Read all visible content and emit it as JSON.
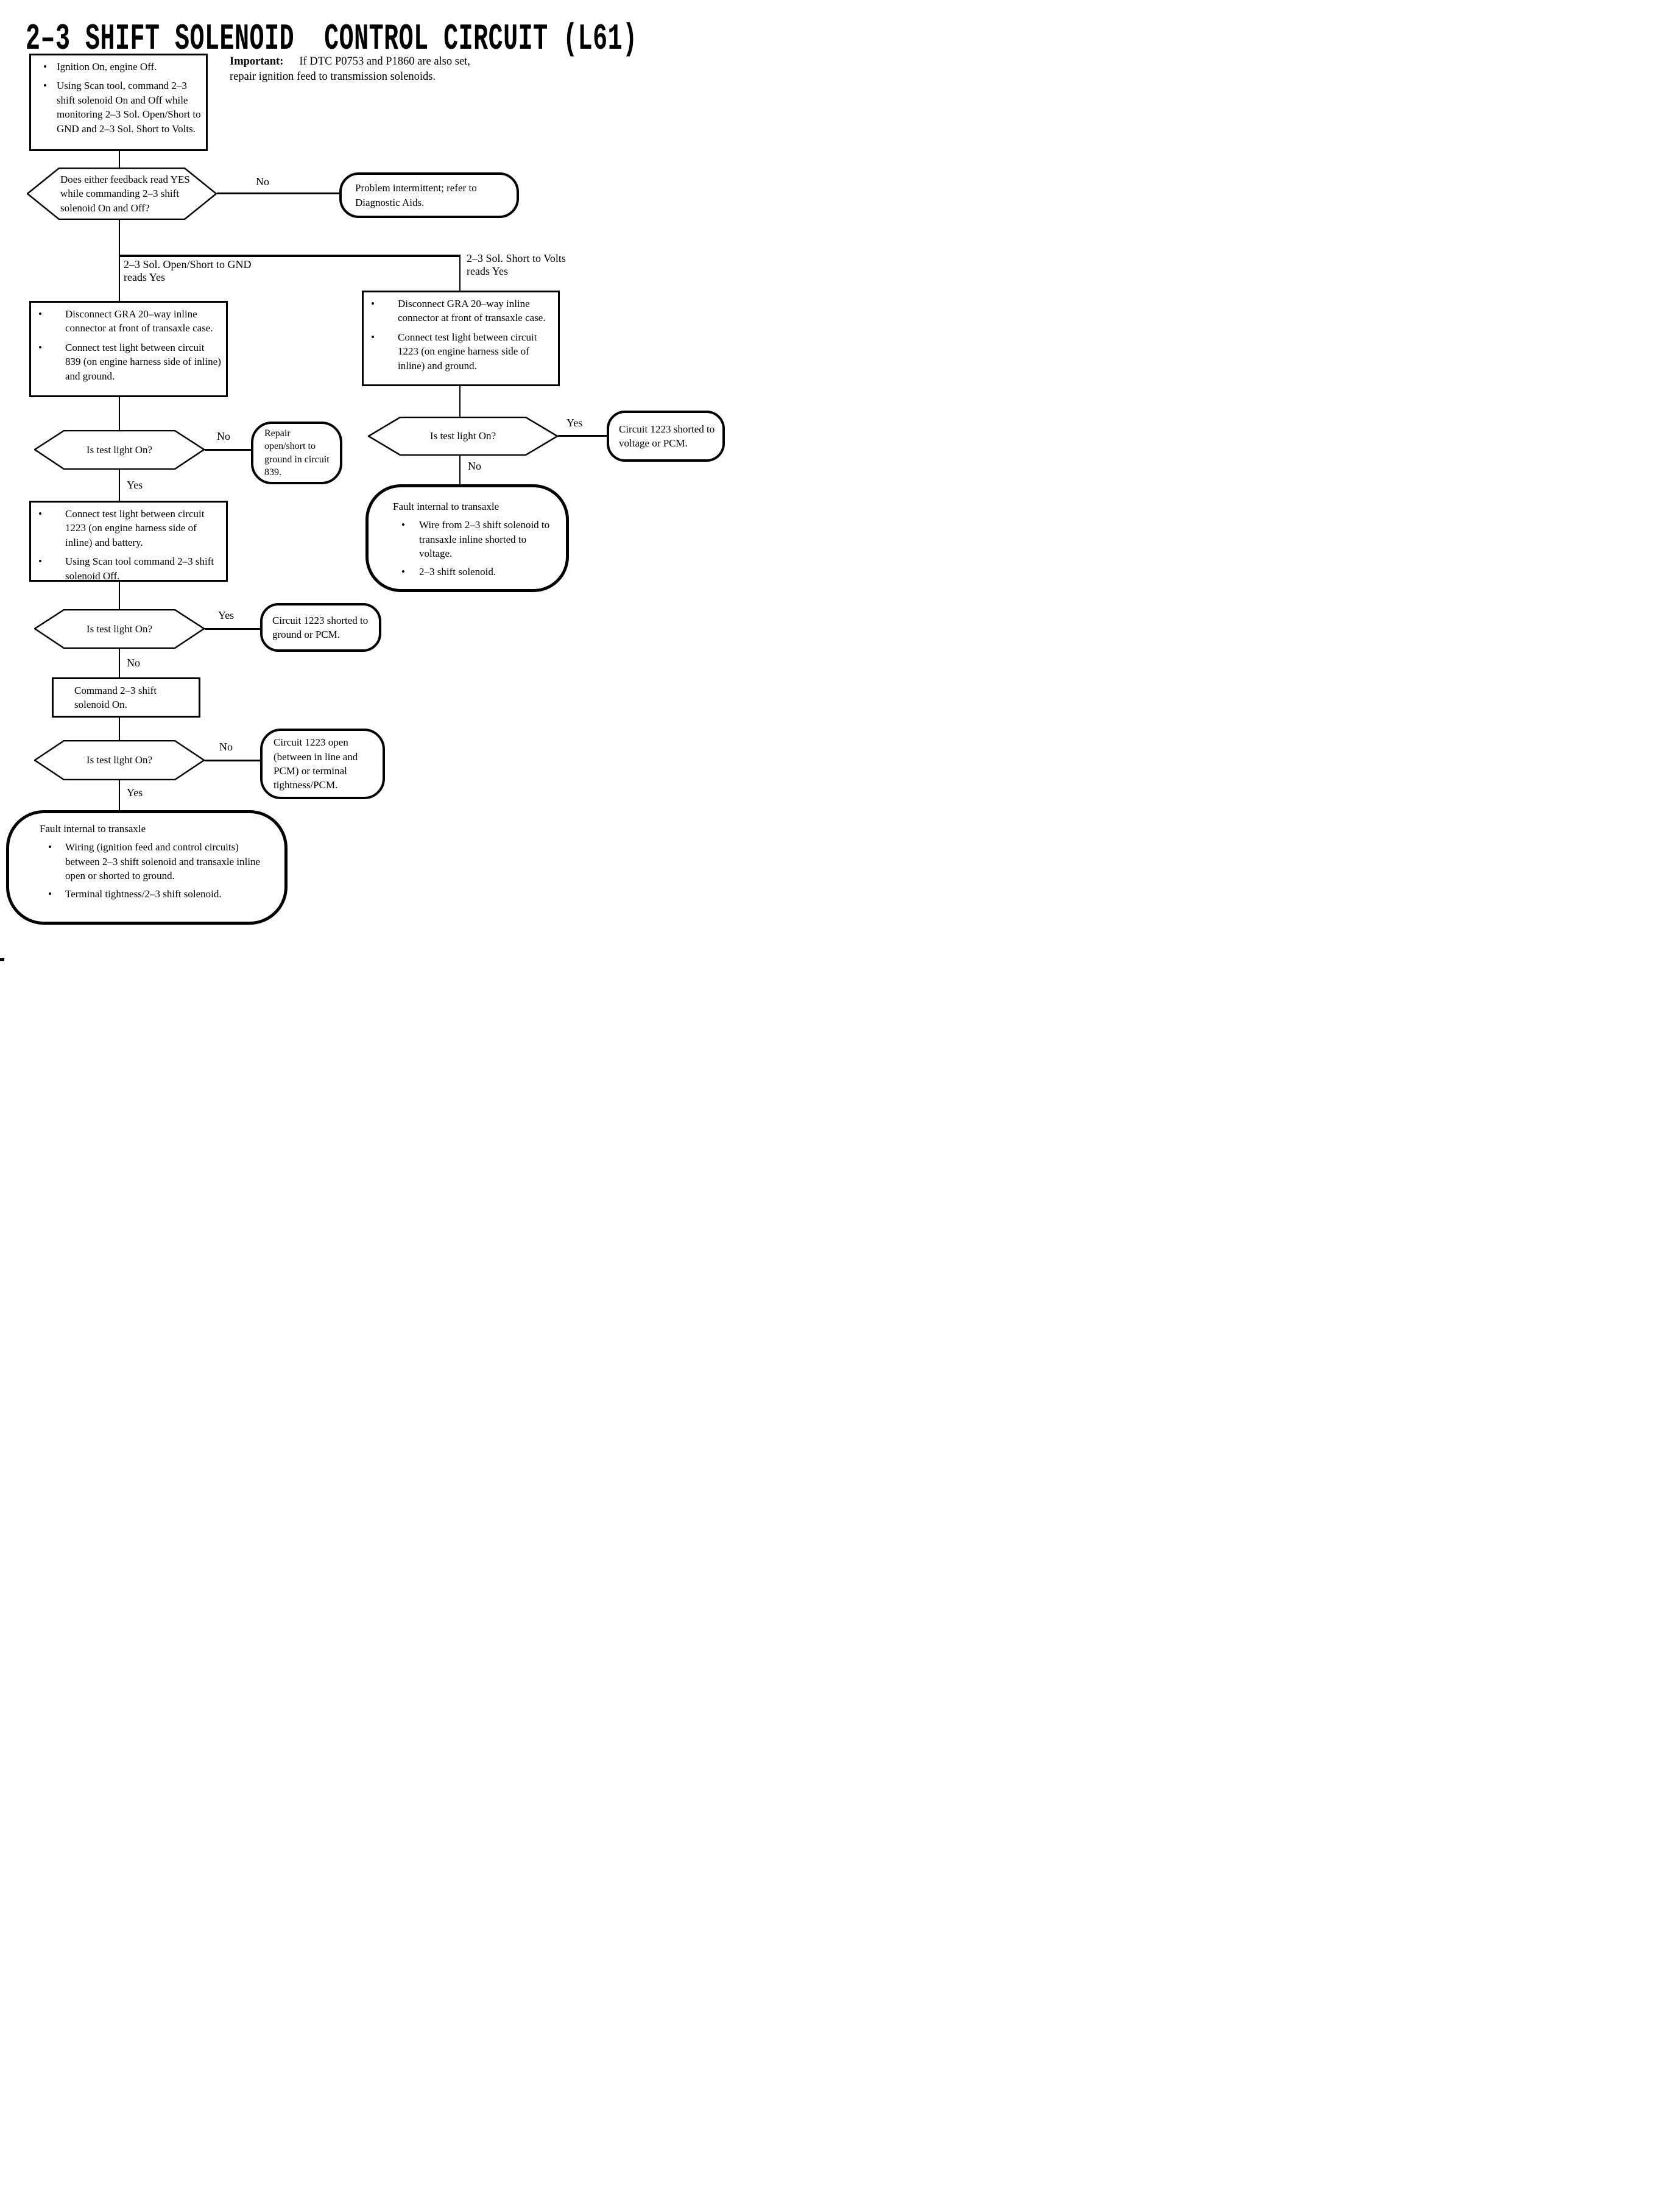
{
  "glyphs": {
    "bullet": "•"
  },
  "header": {
    "title": "2–3 SHIFT SOLENOID  CONTROL CIRCUIT (L61)",
    "important_label": "Important:",
    "important_text": "If DTC P0753 and P1860 are also set, repair ignition feed to transmission solenoids."
  },
  "flow": {
    "start": {
      "bullets": [
        "Ignition On, engine Off.",
        "Using Scan tool, command 2–3 shift solenoid On and Off while monitoring 2–3 Sol. Open/Short to GND and 2–3 Sol. Short to Volts."
      ]
    },
    "d_feedback": {
      "question": "Does either feedback read YES while commanding 2–3 shift solenoid On and Off?",
      "no": "No"
    },
    "t_intermittent": {
      "text": "Problem intermittent; refer to Diagnostic Aids."
    },
    "branch": {
      "left_label": "2–3 Sol. Open/Short to GND reads Yes",
      "right_label": "2–3 Sol. Short to Volts reads Yes"
    },
    "left": {
      "box_839": {
        "bullets": [
          "Disconnect GRA 20–way inline connector at front of transaxle case.",
          "Connect test light between circuit 839 (on engine harness side of inline) and ground."
        ]
      },
      "d1": {
        "question": "Is test light On?",
        "no": "No",
        "yes": "Yes"
      },
      "t_repair_839": {
        "text": "Repair open/short to ground in circuit 839."
      },
      "box_battery": {
        "bullets": [
          "Connect test light between circuit 1223 (on engine harness side of inline) and battery.",
          "Using Scan tool command 2–3 shift solenoid Off."
        ]
      },
      "d2": {
        "question": "Is test light On?",
        "yes": "Yes",
        "no": "No"
      },
      "t_1223_ground": {
        "text": "Circuit 1223 shorted to ground or PCM."
      },
      "box_command_on": {
        "text": "Command 2–3 shift solenoid On."
      },
      "d3": {
        "question": "Is test light On?",
        "no": "No",
        "yes": "Yes"
      },
      "t_1223_open": {
        "text": "Circuit 1223 open (between in line and PCM) or terminal tightness/PCM."
      },
      "t_fault": {
        "heading": "Fault internal to transaxle",
        "bullets": [
          "Wiring (ignition feed and control circuits) between 2–3 shift solenoid and transaxle inline open or shorted to ground.",
          "Terminal tightness/2–3 shift solenoid."
        ]
      }
    },
    "right": {
      "box_1223": {
        "bullets": [
          "Disconnect GRA 20–way inline connector at front of transaxle case.",
          "Connect test light between circuit 1223 (on engine harness side of inline) and ground."
        ]
      },
      "d1": {
        "question": "Is test light On?",
        "yes": "Yes",
        "no": "No"
      },
      "t_1223_voltage": {
        "text": "Circuit 1223 shorted to voltage or PCM."
      },
      "t_fault": {
        "heading": "Fault internal to transaxle",
        "bullets": [
          "Wire from 2–3 shift solenoid to transaxle inline shorted to voltage.",
          "2–3 shift solenoid."
        ]
      }
    }
  }
}
